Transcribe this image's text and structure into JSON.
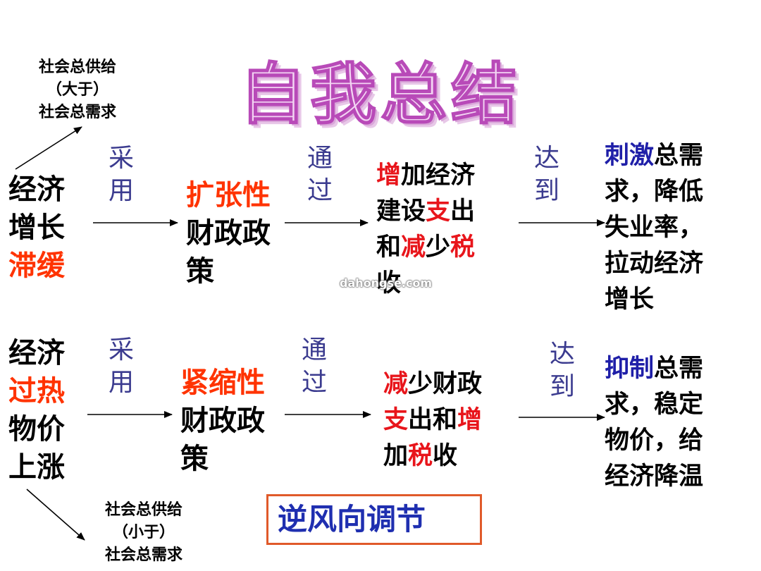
{
  "title": "自我总结",
  "watermark": "dahongse.com",
  "top_note": {
    "line1": "社会总供给",
    "line2": "（大于）",
    "line3": "社会总需求"
  },
  "bottom_note": {
    "line1": "社会总供给",
    "line2": "（小于）",
    "line3": "社会总需求"
  },
  "row1": {
    "condition": {
      "line1": "经济",
      "line2": "增长",
      "line3": "滞缓"
    },
    "verb1": [
      "采",
      "用"
    ],
    "policy": {
      "line1": "扩张性",
      "line2": "财政政",
      "line3": "策"
    },
    "verb2": [
      "通",
      "过"
    ],
    "measure": {
      "l1_a": "增",
      "l1_b": "加经济",
      "l2_a": "建设",
      "l2_b": "支",
      "l2_c": "出",
      "l3_a": "和",
      "l3_b": "减",
      "l3_c": "少",
      "l3_d": "税",
      "l4": "收"
    },
    "verb3": [
      "达",
      "到"
    ],
    "result": {
      "l1_a": "刺激",
      "l1_b": "总需",
      "l2": "求，降低",
      "l3": "失业率，",
      "l4": "拉动经济",
      "l5": "增长"
    }
  },
  "row2": {
    "condition": {
      "line1": "经济",
      "line2": "过热",
      "line3": "物价",
      "line4": "上涨"
    },
    "verb1": [
      "采",
      "用"
    ],
    "policy": {
      "line1": "紧缩性",
      "line2": "财政政",
      "line3": "策"
    },
    "verb2": [
      "通",
      "过"
    ],
    "measure": {
      "l1_a": "减",
      "l1_b": "少财政",
      "l2_a": "支",
      "l2_b": "出和",
      "l2_c": "增",
      "l3_a": "加",
      "l3_b": "税",
      "l3_c": "收"
    },
    "verb3": [
      "达",
      "到"
    ],
    "result": {
      "l1_a": "抑制",
      "l1_b": "总需",
      "l2": "求，稳定",
      "l3": "物价，给",
      "l4": "经济降温"
    }
  },
  "slogan": "逆风向调节",
  "colors": {
    "title_fill": "#f3d5f3",
    "title_stroke": "#b84ab8",
    "highlight_red": "#ff3300",
    "highlight_blue": "#1f1fa8",
    "verb": "#3b3b8f",
    "slogan_border": "#e05a2a"
  }
}
